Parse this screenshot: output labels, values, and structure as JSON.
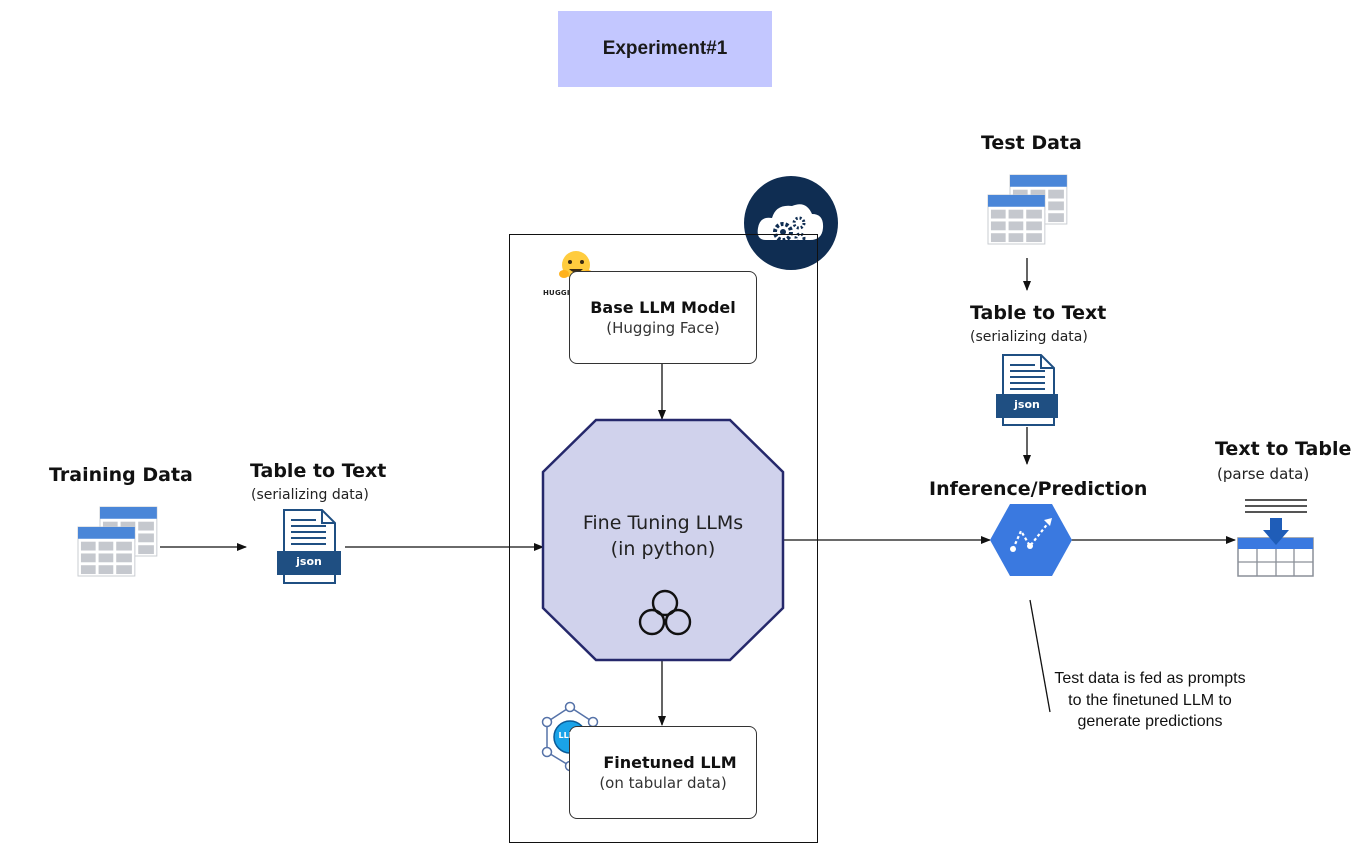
{
  "title": "Experiment#1",
  "training": {
    "label": "Training Data"
  },
  "table_to_text_left": {
    "label": "Table to Text",
    "sub": "(serializing data)",
    "icon_text": "json"
  },
  "container": {
    "base_model": {
      "label": "Base LLM Model",
      "sub": "(Hugging Face)",
      "logo_text": "HUGGING FACE"
    },
    "fine_tuning": {
      "line1": "Fine Tuning LLMs",
      "line2": "(in python)"
    },
    "finetuned": {
      "label": "Finetuned LLM",
      "sub": "(on tabular data)",
      "badge": "LLMs"
    }
  },
  "test": {
    "label": "Test Data"
  },
  "table_to_text_right": {
    "label": "Table to Text",
    "sub": "(serializing data)",
    "icon_text": "json"
  },
  "inference": {
    "label": "Inference/Prediction"
  },
  "text_to_table": {
    "label": "Text to Table",
    "sub": "(parse data)"
  },
  "note": "Test data is fed as prompts to the finetuned LLM to generate predictions",
  "colors": {
    "title_bg": "#c3c7ff",
    "octagon_fill": "#d0d2ec",
    "octagon_stroke": "#25286b",
    "cloud_badge": "#0f2d52",
    "table_blue": "#4a86d8",
    "json_blue": "#1f4f82",
    "inference_blue": "#3a79e0"
  }
}
